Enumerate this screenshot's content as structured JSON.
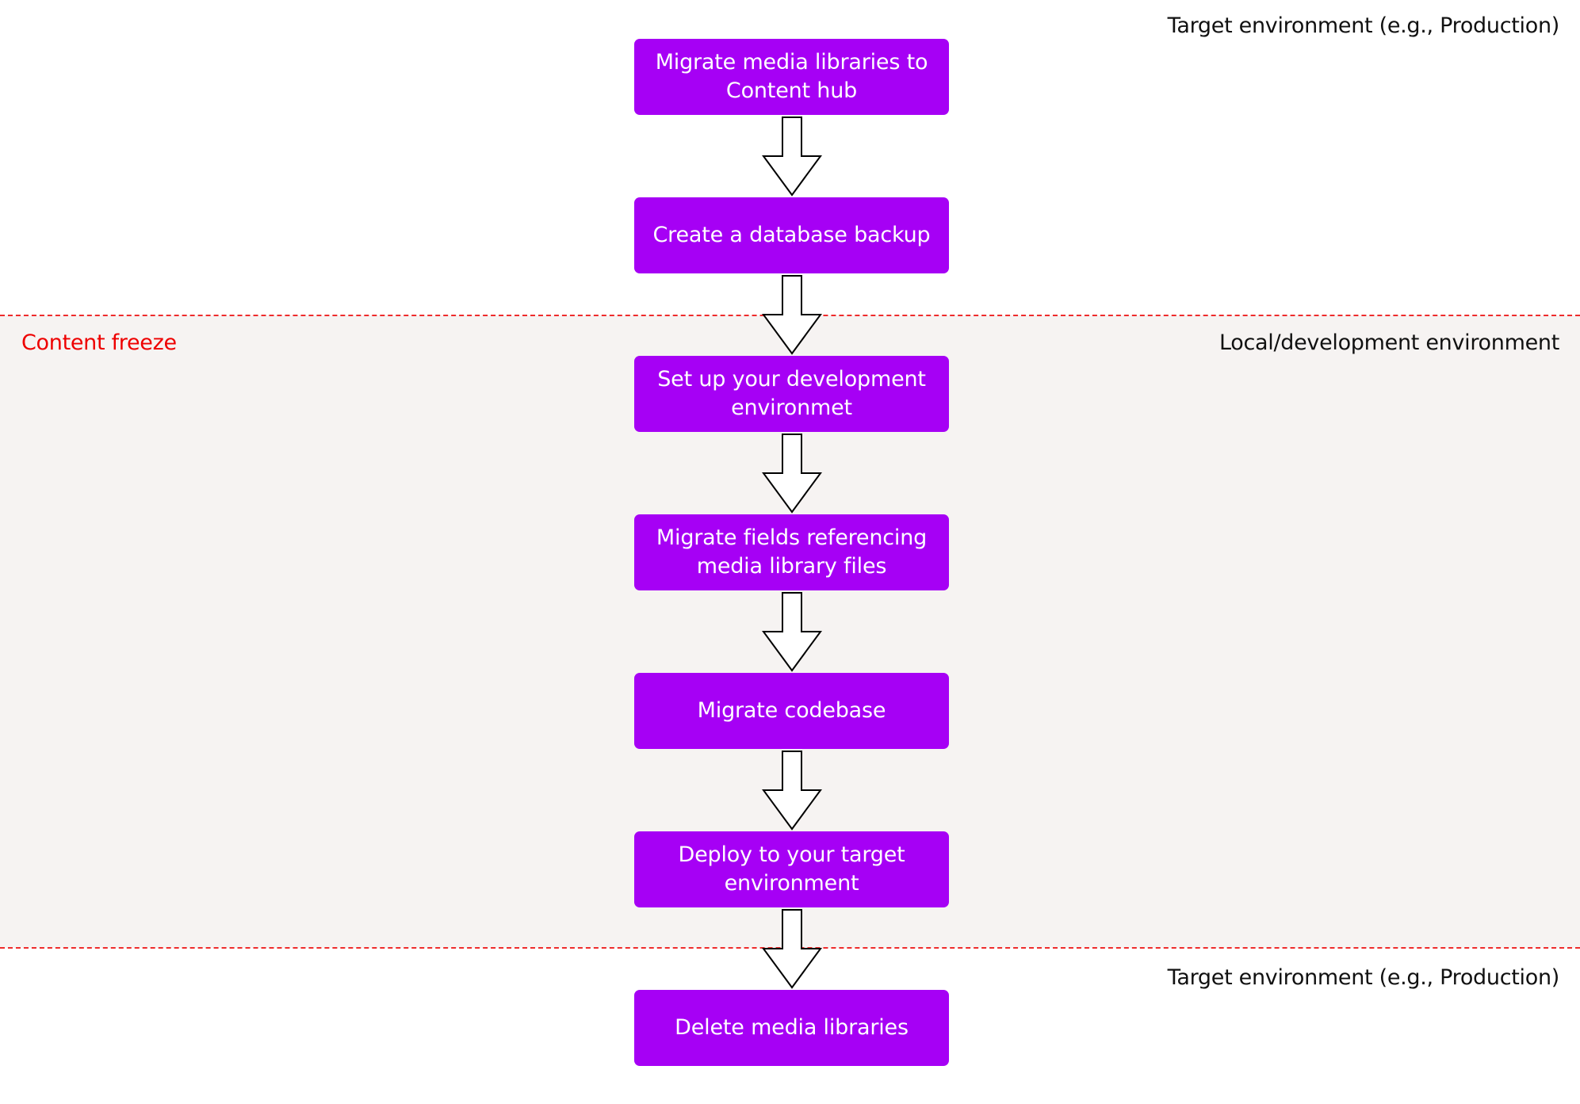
{
  "zones": {
    "top_label": "Target environment (e.g., Production)",
    "middle_label": "Local/development environment",
    "bottom_label": "Target environment (e.g., Production)",
    "freeze_label": "Content freeze"
  },
  "steps": [
    {
      "line1": "Migrate media libraries to",
      "line2": "Content hub"
    },
    {
      "line1": "Create a database backup",
      "line2": ""
    },
    {
      "line1": "Set up your development",
      "line2": "environmet"
    },
    {
      "line1": "Migrate fields referencing",
      "line2": "media library files"
    },
    {
      "line1": "Migrate codebase",
      "line2": ""
    },
    {
      "line1": "Deploy to your target",
      "line2": "environment"
    },
    {
      "line1": "Delete media libraries",
      "line2": ""
    }
  ],
  "colors": {
    "step_fill": "#a600f5",
    "freeze_line": "#ee2c2c",
    "freeze_band": "#f6f3f2",
    "freeze_label": "#ee0000"
  }
}
